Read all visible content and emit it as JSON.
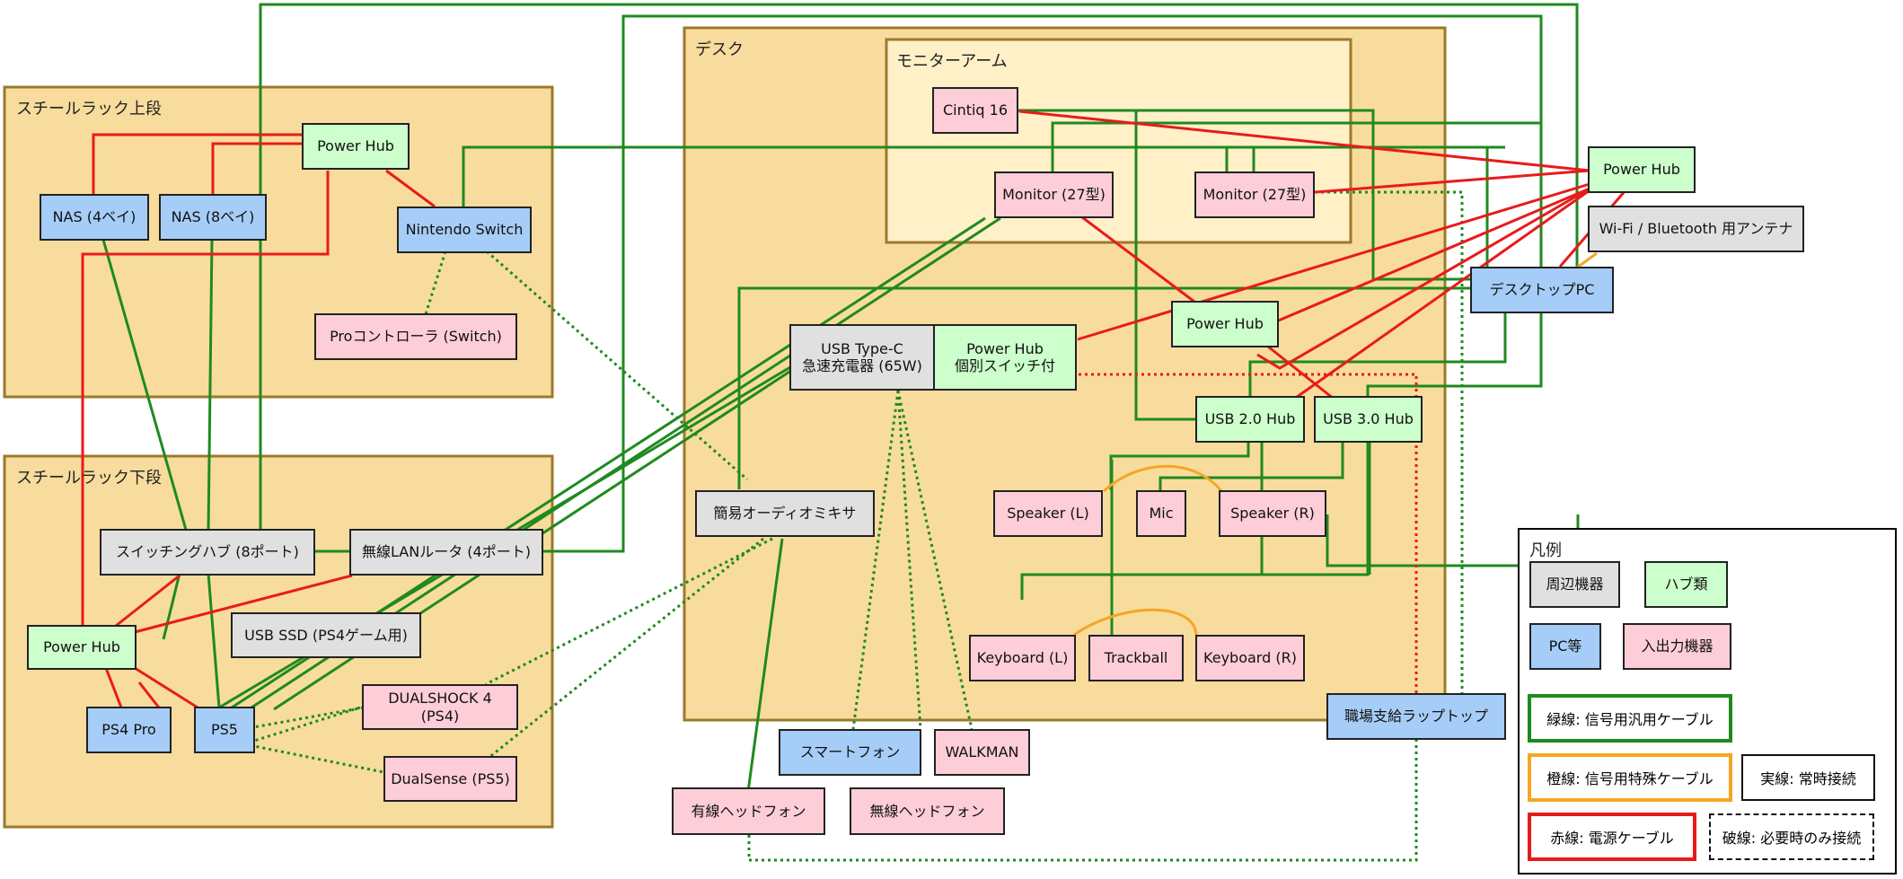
{
  "groups": {
    "rack_top": "スチールラック上段",
    "rack_bottom": "スチールラック下段",
    "desk": "デスク",
    "monitor_arm": "モニターアーム"
  },
  "nodes": {
    "ph_rack_top": "Power Hub",
    "nas4": "NAS (4ベイ)",
    "nas8": "NAS (8ベイ)",
    "switch": "Nintendo Switch",
    "procon": "Proコントローラ (Switch)",
    "sw_hub": "スイッチングハブ (8ポート)",
    "wlan": "無線LANルータ (4ポート)",
    "ph_rack_bottom": "Power Hub",
    "usb_ssd": "USB SSD (PS4ゲーム用)",
    "ps4pro": "PS4 Pro",
    "ps5": "PS5",
    "ds4": "DUALSHOCK 4 (PS4)",
    "dualsense": "DualSense (PS5)",
    "cintiq": "Cintiq 16",
    "mon_l": "Monitor (27型)",
    "mon_r": "Monitor (27型)",
    "usbc": "USB Type-C\n急速充電器 (65W)",
    "ph_switch": "Power Hub\n個別スイッチ付",
    "ph_desk": "Power Hub",
    "usb2": "USB 2.0 Hub",
    "usb3": "USB 3.0 Hub",
    "mixer": "簡易オーディオミキサ",
    "spk_l": "Speaker (L)",
    "mic": "Mic",
    "spk_r": "Speaker (R)",
    "kb_l": "Keyboard (L)",
    "trackball": "Trackball",
    "kb_r": "Keyboard (R)",
    "laptop": "職場支給ラップトップ",
    "phone": "スマートフォン",
    "walkman": "WALKMAN",
    "wired_hp": "有線ヘッドフォン",
    "wireless_hp": "無線ヘッドフォン",
    "ph_right": "Power Hub",
    "antenna": "Wi-Fi / Bluetooth 用アンテナ",
    "desktop_pc": "デスクトップPC"
  },
  "legend": {
    "title": "凡例",
    "peri": "周辺機器",
    "hub": "ハブ類",
    "pc": "PC等",
    "io": "入出力機器",
    "green": "緑線: 信号用汎用ケーブル",
    "orange": "橙線: 信号用特殊ケーブル",
    "red": "赤線: 電源ケーブル",
    "solid": "実線: 常時接続",
    "dashed": "破線: 必要時のみ接続"
  },
  "colors": {
    "group_fill": "#f8dc9d",
    "group_border": "#9c7a2b",
    "inner_fill": "#fff0c8",
    "peripheral": "#e0e0e0",
    "hub": "#ccffcc",
    "pc": "#a6cdf7",
    "io": "#fdcdd8",
    "green_line": "#1f8a1f",
    "orange_line": "#f5a623",
    "red_line": "#e81b1b"
  }
}
